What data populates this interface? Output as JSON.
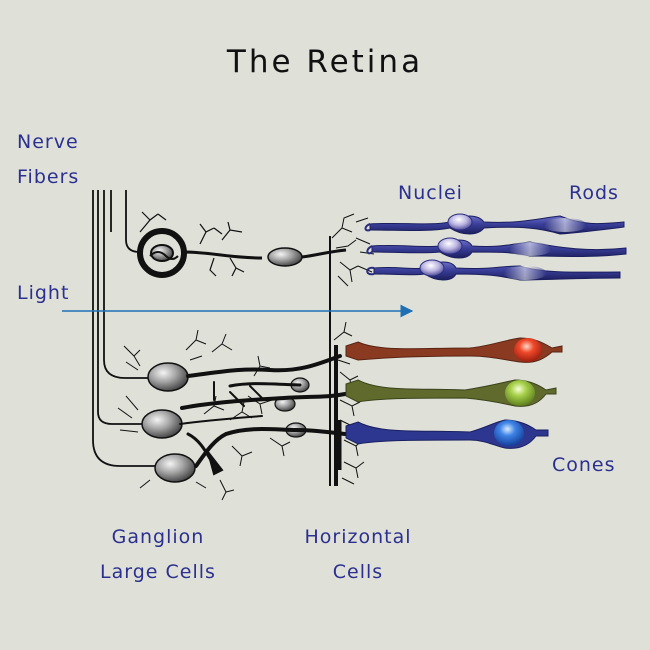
{
  "title": "The Retina",
  "labels": {
    "nerve_fibers_1": "Nerve",
    "nerve_fibers_2": "Fibers",
    "light": "Light",
    "nuclei": "Nuclei",
    "rods": "Rods",
    "cones": "Cones",
    "ganglion_1": "Ganglion",
    "ganglion_2": "Large Cells",
    "horizontal_1": "Horizontal",
    "horizontal_2": "Cells"
  },
  "colors": {
    "background": "#dfe1d9",
    "label_text": "#2b2f8f",
    "light_arrow": "#1f6fb5",
    "rod": "#3a3f9a",
    "cone_red": "#d63b1f",
    "cone_green": "#8ab83a",
    "cone_blue": "#2f6fd6",
    "cell_body": "#8c8c8c"
  }
}
